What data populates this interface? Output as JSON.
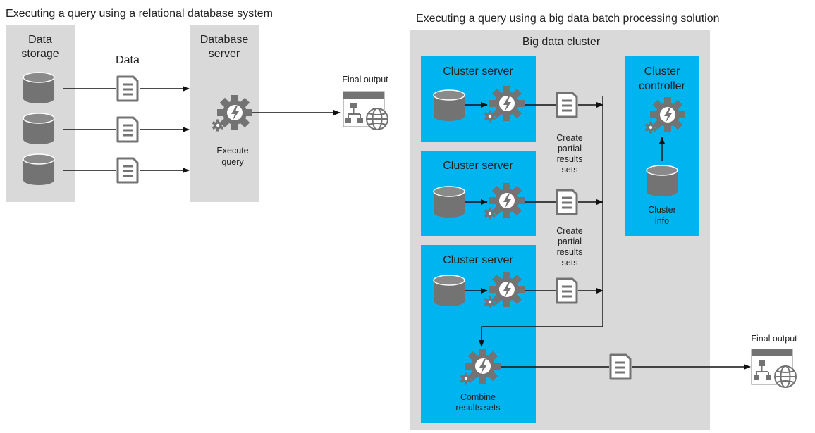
{
  "colors": {
    "panel_gray": "#d9d9d9",
    "panel_blue": "#00b4f0",
    "icon_gray": "#737373",
    "icon_fill_light": "#ffffff",
    "line": "#111111",
    "text": "#222222"
  },
  "left": {
    "title": "Executing a query using a relational database system",
    "data_storage_label_line1": "Data",
    "data_storage_label_line2": "storage",
    "data_label": "Data",
    "db_server_label_line1": "Database",
    "db_server_label_line2": "server",
    "execute_label_line1": "Execute",
    "execute_label_line2": "query",
    "final_output_label": "Final output"
  },
  "right": {
    "title": "Executing a query using a big data batch processing solution",
    "cluster_label": "Big data cluster",
    "cluster_servers": [
      {
        "label": "Cluster server"
      },
      {
        "label": "Cluster server"
      },
      {
        "label": "Cluster server"
      }
    ],
    "partial_results_1": [
      "Create",
      "partial",
      "results",
      "sets"
    ],
    "partial_results_2": [
      "Create",
      "partial",
      "results",
      "sets"
    ],
    "controller_label_line1": "Cluster",
    "controller_label_line2": "controller",
    "cluster_info_line1": "Cluster",
    "cluster_info_line2": "info",
    "combine_line1": "Combine",
    "combine_line2": "results sets",
    "final_output_label": "Final output"
  },
  "icons": {
    "database": "database-icon",
    "document": "document-icon",
    "process_gear": "gear-lightning-icon",
    "final_output": "sitemap-globe-icon"
  }
}
